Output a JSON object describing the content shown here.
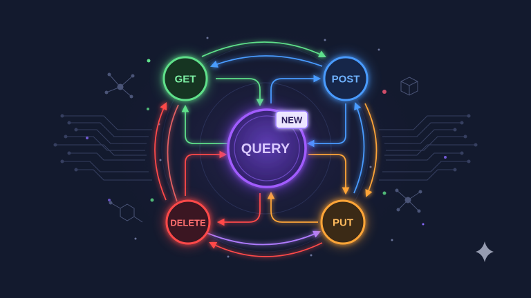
{
  "diagram": {
    "center": {
      "label": "QUERY",
      "badge": "NEW",
      "color": "#a15cff"
    },
    "nodes": {
      "get": {
        "label": "GET",
        "color": "#5fe08a"
      },
      "post": {
        "label": "POST",
        "color": "#4a9bff"
      },
      "put": {
        "label": "PUT",
        "color": "#ffa537"
      },
      "delete": {
        "label": "DELETE",
        "color": "#ff4a4a"
      }
    }
  },
  "decorations": {
    "sparkle_icon": "four-point-star-icon",
    "left_circuit_icon": "circuit-traces-icon",
    "right_circuit_icon": "circuit-traces-icon"
  }
}
